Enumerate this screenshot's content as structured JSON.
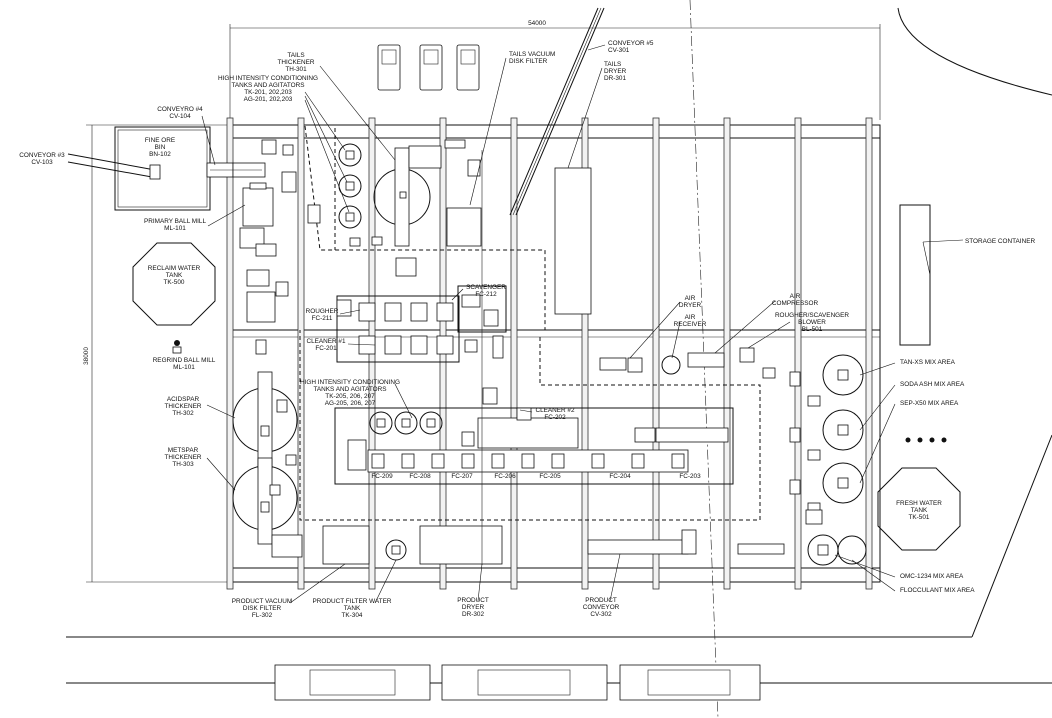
{
  "dimensions": {
    "width": "54000",
    "height": "38000"
  },
  "labels": {
    "conveyor5": [
      "CONVEYOR #5",
      "CV-301"
    ],
    "tails_vacuum": [
      "TAILS VACUUM",
      "DISK FILTER"
    ],
    "tails_dryer": [
      "TAILS",
      "DRYER",
      "DR-301"
    ],
    "tails_thickener": [
      "TAILS",
      "THICKENER",
      "TH-301"
    ],
    "hi_cond_1": [
      "HIGH INTENSITY CONDITIONING",
      "TANKS AND AGITATORS",
      "TK-201, 202,203",
      "AG-201, 202,203"
    ],
    "conveyor4": [
      "CONVEYRO #4",
      "CV-104"
    ],
    "fine_ore": [
      "FINE ORE",
      "BIN",
      "BN-102"
    ],
    "conveyor3": [
      "CONVEYOR #3",
      "CV-103"
    ],
    "primary_mill": [
      "PRIMARY BALL MILL",
      "ML-101"
    ],
    "reclaim_tank": [
      "RECLAIM WATER",
      "TANK",
      "TK-500"
    ],
    "regrind_mill": [
      "REGRIND BALL MILL",
      "ML-101"
    ],
    "storage_container": "STORAGE CONTAINER",
    "scavenger": [
      "SCAVENGER",
      "FC-212"
    ],
    "rougher": [
      "ROUGHER",
      "FC-211"
    ],
    "cleaner1": [
      "CLEANER #1",
      "FC-201"
    ],
    "air_dryer": [
      "AIR",
      "DRYER"
    ],
    "air_receiver": [
      "AIR",
      "RECEIVER"
    ],
    "air_compressor": [
      "AIR",
      "COMPRESSOR"
    ],
    "blower": [
      "ROUGHER/SCAVENGER",
      "BLOWER",
      "BL-501"
    ],
    "hi_cond_2": [
      "HIGH INTENSITY CONDITIONING",
      "TANKS AND AGITATORS",
      "TK-205, 206, 207",
      "AG-205, 206, 207"
    ],
    "cleaner2": [
      "CLEANER #2",
      "FC-202"
    ],
    "acidspar": [
      "ACIDSPAR",
      "THICKENER",
      "TH-302"
    ],
    "metspar": [
      "METSPAR",
      "THICKENER",
      "TH-303"
    ],
    "tanxs": "TAN-XS MIX AREA",
    "soda_ash": "SODA ASH MIX AREA",
    "sepx50": "SEP-X50 MIX AREA",
    "fresh_tank": [
      "FRESH WATER",
      "TANK",
      "TK-501"
    ],
    "omc": "OMC-1234 MIX AREA",
    "flocculant": "FLOCCULANT MIX AREA",
    "product_filter": [
      "PRODUCT VACUUM",
      "DISK FILTER",
      "FL-302"
    ],
    "product_water": [
      "PRODUCT FILTER WATER",
      "TANK",
      "TK-304"
    ],
    "product_dryer": [
      "PRODUCT",
      "DRYER",
      "DR-302"
    ],
    "product_conveyor": [
      "PRODUCT",
      "CONVEYOR",
      "CV-302"
    ],
    "cells": [
      "FC-209",
      "FC-208",
      "FC-207",
      "FC-206",
      "FC-205",
      "FC-204",
      "FC-203"
    ]
  }
}
